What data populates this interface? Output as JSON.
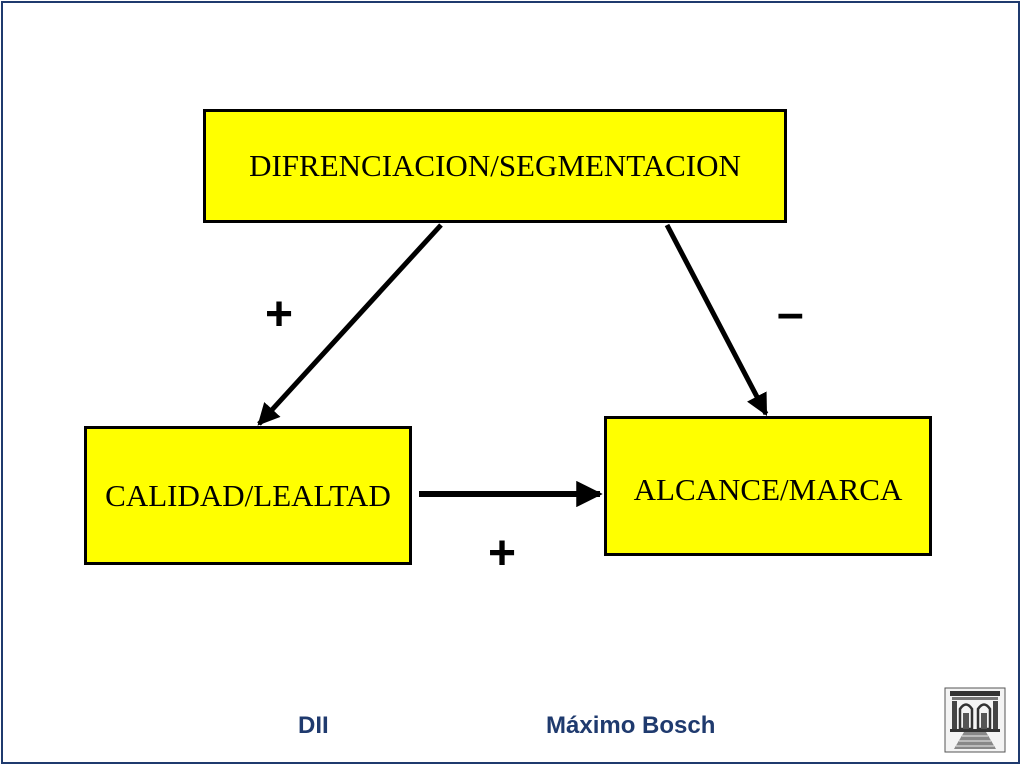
{
  "diagram": {
    "nodes": {
      "top": "DIFRENCIACION/SEGMENTACION",
      "left": "CALIDAD/LEALTAD",
      "right": "ALCANCE/MARCA"
    },
    "signs": {
      "top_to_left": "+",
      "top_to_right": "–",
      "left_to_right": "+"
    },
    "edges": [
      {
        "from": "top",
        "to": "left",
        "sign": "+"
      },
      {
        "from": "top",
        "to": "right",
        "sign": "–"
      },
      {
        "from": "left",
        "to": "right",
        "sign": "+"
      }
    ],
    "colors": {
      "box_fill": "#ffff00",
      "box_border": "#000000",
      "footer_text": "#1f3a6e",
      "frame": "#1f3a6e"
    }
  },
  "footer": {
    "left": "DII",
    "right": "Máximo Bosch"
  },
  "logo": {
    "icon": "university-building-icon"
  }
}
